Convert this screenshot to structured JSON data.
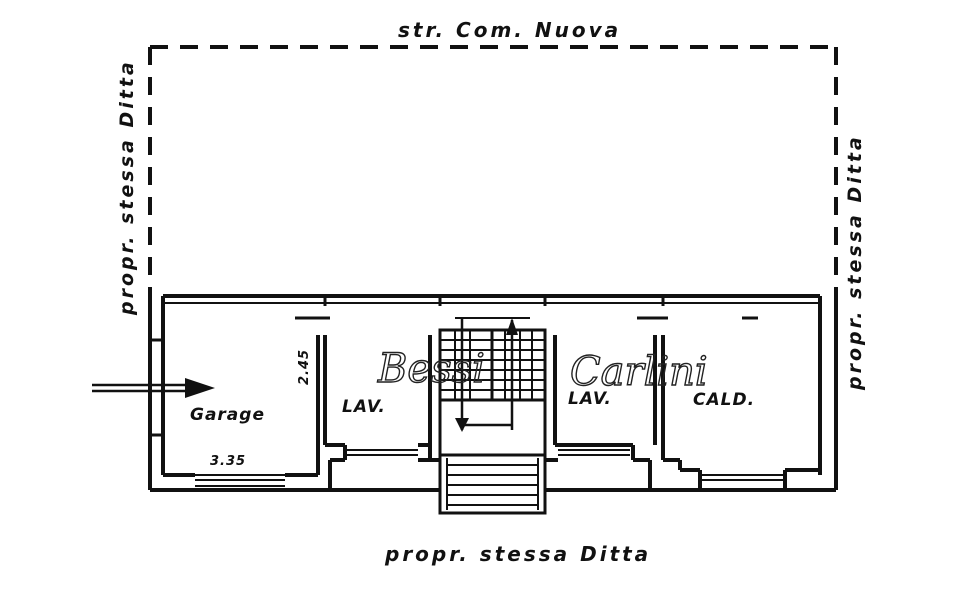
{
  "labels": {
    "street_top": "str. Com. Nuova",
    "left_side": "propr. stessa Ditta",
    "right_side": "propr. stessa Ditta",
    "bottom": "propr. stessa Ditta",
    "garage": "Garage",
    "lav_left": "LAV.",
    "lav_right": "LAV.",
    "cald": "CALD.",
    "dim_vertical": "2.45",
    "dim_horizontal": "3.35",
    "signature_left": "Bessi",
    "signature_right": "Carlini"
  },
  "colors": {
    "ink": "#111111",
    "paper": "#ffffff"
  }
}
